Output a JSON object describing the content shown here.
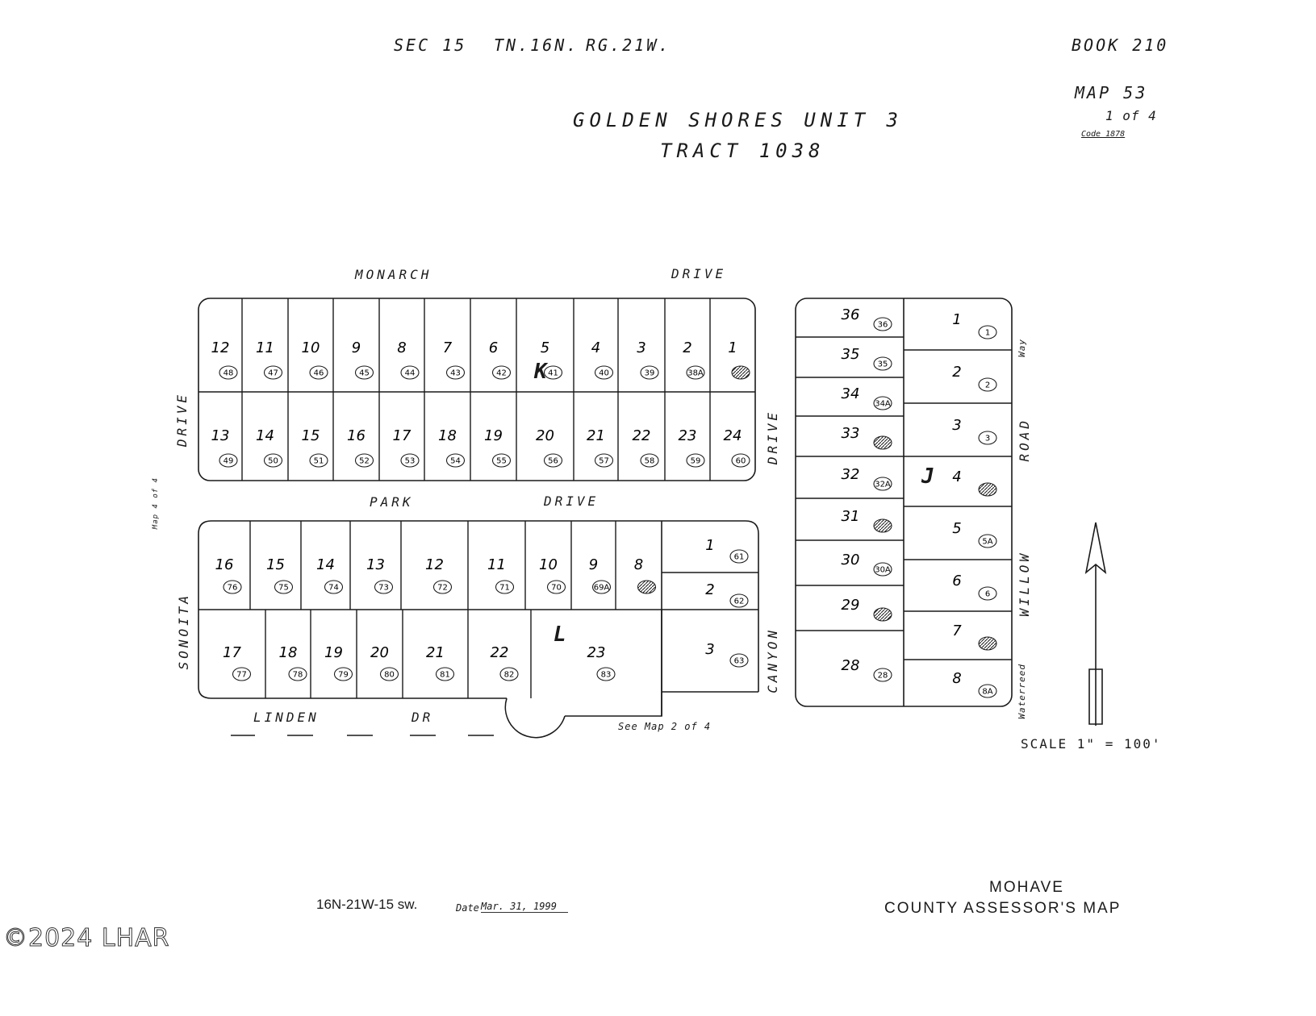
{
  "header": {
    "section": "SEC 15",
    "township": "TN.16N.",
    "range": "RG.21W.",
    "book": "BOOK   210",
    "map_no": "MAP   53",
    "sheet": "1 of 4",
    "code": "Code 1878"
  },
  "title": {
    "line1": "GOLDEN  SHORES  UNIT  3",
    "line2": "TRACT  1038"
  },
  "streets": {
    "monarch": "MONARCH",
    "monarch_drive": "DRIVE",
    "park": "PARK",
    "park_drive": "DRIVE",
    "left_drive": "DRIVE",
    "sonoita": "SONOITA",
    "linden": "LINDEN",
    "linden_dr": "DR",
    "canyon": "CANYON",
    "canyon_drive": "DRIVE",
    "willow": "WILLOW",
    "road": "ROAD",
    "way": "Way",
    "waterreed": "Waterreed"
  },
  "notes": {
    "map_ref_left": "Map 4 of 4",
    "see_map": "See Map 2 of 4",
    "scale": "SCALE   1\" = 100'"
  },
  "blocks": {
    "K": "K",
    "L": "L",
    "J": "J"
  },
  "block_k_top": [
    {
      "lot": "12",
      "parcel": "48"
    },
    {
      "lot": "11",
      "parcel": "47"
    },
    {
      "lot": "10",
      "parcel": "46"
    },
    {
      "lot": "9",
      "parcel": "45"
    },
    {
      "lot": "8",
      "parcel": "44"
    },
    {
      "lot": "7",
      "parcel": "43"
    },
    {
      "lot": "6",
      "parcel": "42"
    },
    {
      "lot": "5",
      "parcel": "41"
    },
    {
      "lot": "4",
      "parcel": "40"
    },
    {
      "lot": "3",
      "parcel": "39"
    },
    {
      "lot": "2",
      "parcel": "38A"
    },
    {
      "lot": "1",
      "parcel": ""
    }
  ],
  "block_k_bottom": [
    {
      "lot": "13",
      "parcel": "49"
    },
    {
      "lot": "14",
      "parcel": "50"
    },
    {
      "lot": "15",
      "parcel": "51"
    },
    {
      "lot": "16",
      "parcel": "52"
    },
    {
      "lot": "17",
      "parcel": "53"
    },
    {
      "lot": "18",
      "parcel": "54"
    },
    {
      "lot": "19",
      "parcel": "55"
    },
    {
      "lot": "20",
      "parcel": "56"
    },
    {
      "lot": "21",
      "parcel": "57"
    },
    {
      "lot": "22",
      "parcel": "58"
    },
    {
      "lot": "23",
      "parcel": "59"
    },
    {
      "lot": "24",
      "parcel": "60"
    }
  ],
  "block_l_top": [
    {
      "lot": "16",
      "parcel": "76"
    },
    {
      "lot": "15",
      "parcel": "75"
    },
    {
      "lot": "14",
      "parcel": "74"
    },
    {
      "lot": "13",
      "parcel": "73"
    },
    {
      "lot": "12",
      "parcel": "72"
    },
    {
      "lot": "11",
      "parcel": "71"
    },
    {
      "lot": "10",
      "parcel": "70"
    },
    {
      "lot": "9",
      "parcel": "69A"
    },
    {
      "lot": "8",
      "parcel": ""
    }
  ],
  "block_l_bottom": [
    {
      "lot": "17",
      "parcel": "77"
    },
    {
      "lot": "18",
      "parcel": "78"
    },
    {
      "lot": "19",
      "parcel": "79"
    },
    {
      "lot": "20",
      "parcel": "80"
    },
    {
      "lot": "21",
      "parcel": "81"
    },
    {
      "lot": "22",
      "parcel": "82"
    },
    {
      "lot": "23",
      "parcel": "83"
    }
  ],
  "block_l_right": [
    {
      "lot": "1",
      "parcel": "61"
    },
    {
      "lot": "2",
      "parcel": "62"
    },
    {
      "lot": "3",
      "parcel": "63"
    }
  ],
  "block_j_left": [
    {
      "lot": "36",
      "parcel": "36"
    },
    {
      "lot": "35",
      "parcel": "35"
    },
    {
      "lot": "34",
      "parcel": "34A"
    },
    {
      "lot": "33",
      "parcel": ""
    },
    {
      "lot": "32",
      "parcel": "32A"
    },
    {
      "lot": "31",
      "parcel": ""
    },
    {
      "lot": "30",
      "parcel": "30A"
    },
    {
      "lot": "29",
      "parcel": ""
    },
    {
      "lot": "28",
      "parcel": "28"
    }
  ],
  "block_j_right": [
    {
      "lot": "1",
      "parcel": "1"
    },
    {
      "lot": "2",
      "parcel": "2"
    },
    {
      "lot": "3",
      "parcel": "3"
    },
    {
      "lot": "4",
      "parcel": ""
    },
    {
      "lot": "5",
      "parcel": "5A"
    },
    {
      "lot": "6",
      "parcel": "6"
    },
    {
      "lot": "7",
      "parcel": ""
    },
    {
      "lot": "8",
      "parcel": "8A"
    }
  ],
  "footer": {
    "grid_ref": "16N-21W-15 sw.",
    "date_label": "Date",
    "date_value": "Mar. 31, 1999",
    "assessor_line1": "MOHAVE",
    "assessor_line2": "COUNTY  ASSESSOR'S  MAP"
  },
  "watermark": "©2024 LHAR"
}
